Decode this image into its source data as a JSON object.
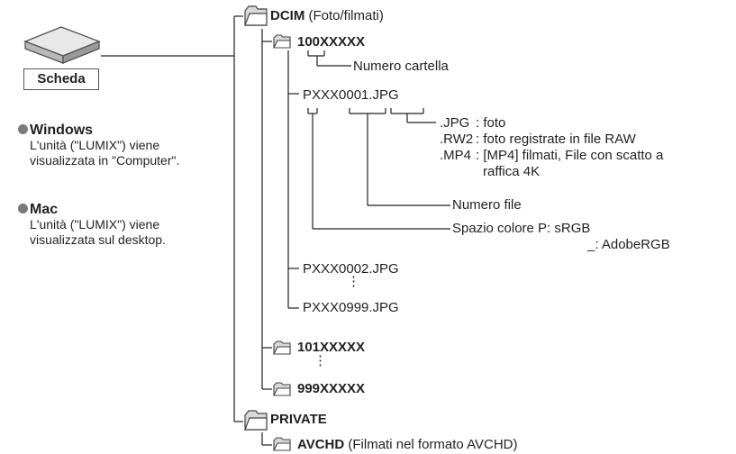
{
  "card": {
    "label": "Scheda"
  },
  "windows": {
    "title": "Windows",
    "line1": "L'unità (\"LUMIX\") viene",
    "line2": "visualizzata in \"Computer\"."
  },
  "mac": {
    "title": "Mac",
    "line1": "L'unità (\"LUMIX\") viene",
    "line2": "visualizzata sul desktop."
  },
  "tree": {
    "dcim": {
      "name": "DCIM",
      "desc": " (Foto/filmati)"
    },
    "folder_100": "100XXXXX",
    "folder_number_label": "Numero cartella",
    "file_0001": "PXXX0001.JPG",
    "ext_jpg": ".JPG",
    "ext_jpg_desc": ": foto",
    "ext_rw2": ".RW2",
    "ext_rw2_desc": ": foto registrate in file RAW",
    "ext_mp4": ".MP4",
    "ext_mp4_desc": ": [MP4] filmati, File con scatto a",
    "ext_mp4_desc2": "raffica 4K",
    "file_number_label": "Numero file",
    "color_space_label": "Spazio colore P: sRGB",
    "color_space_label2": "_: AdobeRGB",
    "file_0002": "PXXX0002.JPG",
    "vdots": "⋮",
    "file_0999": "PXXX0999.JPG",
    "folder_101": "101XXXXX",
    "folder_999": "999XXXXX",
    "private": "PRIVATE",
    "avchd": {
      "name": "AVCHD",
      "desc": " (Filmati nel formato AVCHD)"
    }
  }
}
